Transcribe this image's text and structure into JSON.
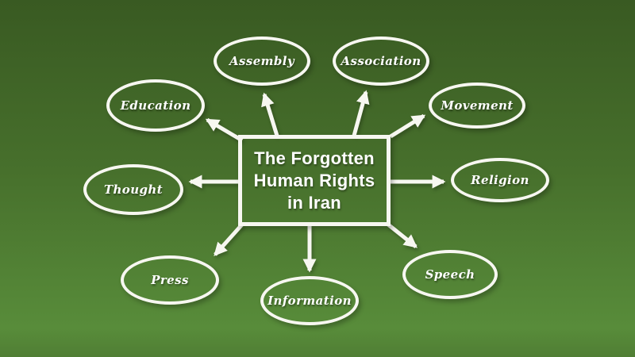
{
  "diagram": {
    "title": "The Forgotten Human Rights in Iran",
    "center": {
      "title_lines": [
        "The Forgotten",
        "Human Rights",
        "in Iran"
      ]
    },
    "nodes": {
      "assembly": {
        "label": "Assembly"
      },
      "association": {
        "label": "Association"
      },
      "education": {
        "label": "Education"
      },
      "movement": {
        "label": "Movement"
      },
      "thought": {
        "label": "Thought"
      },
      "religion": {
        "label": "Religion"
      },
      "press": {
        "label": "Press"
      },
      "information": {
        "label": "Information"
      },
      "speech": {
        "label": "Speech"
      }
    },
    "edges": [
      {
        "from": "center",
        "to": "assembly"
      },
      {
        "from": "center",
        "to": "association"
      },
      {
        "from": "center",
        "to": "education"
      },
      {
        "from": "center",
        "to": "movement"
      },
      {
        "from": "center",
        "to": "thought"
      },
      {
        "from": "center",
        "to": "religion"
      },
      {
        "from": "center",
        "to": "press"
      },
      {
        "from": "center",
        "to": "information"
      },
      {
        "from": "center",
        "to": "speech"
      }
    ],
    "colors": {
      "background_top": "#395a22",
      "background_bottom": "#588c3a",
      "stroke": "#f7f7f1",
      "text": "#ffffff"
    }
  }
}
